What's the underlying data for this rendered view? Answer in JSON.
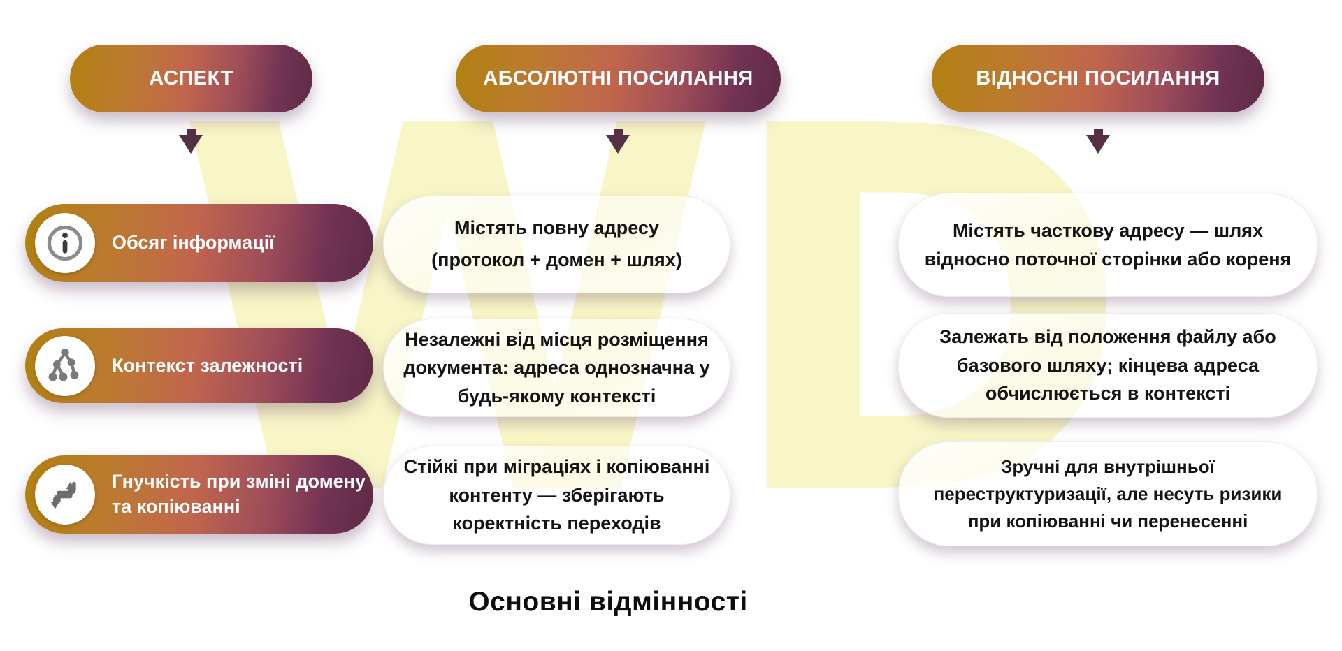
{
  "watermark": {
    "text": "WD",
    "color": "#f8f5c6"
  },
  "colors": {
    "pill_gradient_left": "#b18110",
    "pill_gradient_mid": "#c1664d",
    "pill_gradient_right": "#5e2b45",
    "arrow": "#552f43",
    "cell_text": "#141414",
    "header_text": "#ffffff"
  },
  "columns": [
    {
      "id": "aspect",
      "header": "АСПЕКТ"
    },
    {
      "id": "absolute",
      "header": "АБСОЛЮТНІ ПОСИЛАННЯ"
    },
    {
      "id": "relative",
      "header": "ВІДНОСНІ ПОСИЛАННЯ"
    }
  ],
  "rows": [
    {
      "aspect": {
        "icon": "info-icon",
        "label": "Обсяг інформації"
      },
      "absolute": "Містять повну адресу\n(протокол + домен + шлях)",
      "relative": "Містять часткову адресу — шлях відносно поточної сторінки або кореня"
    },
    {
      "aspect": {
        "icon": "hierarchy-icon",
        "label": "Контекст залежності"
      },
      "absolute": "Незалежні від місця розміщення документа: адреса однозначна у будь-якому контексті",
      "relative": "Залежать від положення файлу або базового шляху; кінцева адреса обчислюється в контексті"
    },
    {
      "aspect": {
        "icon": "swap-arrows-icon",
        "label": "Гнучкість при зміні домену та копіюванні"
      },
      "absolute": "Стійкі при міграціях і копіюванні контенту — зберігають коректність переходів",
      "relative": "Зручні для внутрішньої переструктуризації, але несуть ризики при копіюванні чи перенесенні"
    }
  ],
  "footer": {
    "title": "Основні відмінності"
  }
}
